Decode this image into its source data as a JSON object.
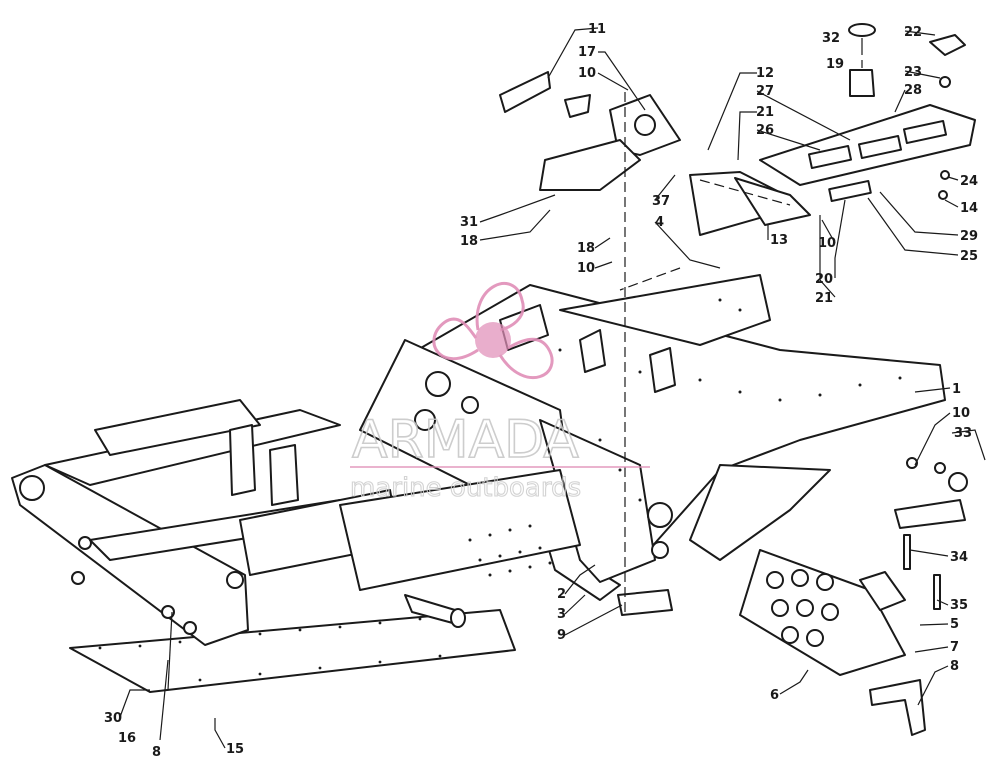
{
  "diagram": {
    "callouts": {
      "c1": "1",
      "c2": "2",
      "c3": "3",
      "c4": "4",
      "c5": "5",
      "c6": "6",
      "c7": "7",
      "c8a": "8",
      "c8b": "8",
      "c9": "9",
      "c10a": "10",
      "c10b": "10",
      "c10c": "10",
      "c10d": "10",
      "c11": "11",
      "c12": "12",
      "c13": "13",
      "c14": "14",
      "c15": "15",
      "c16": "16",
      "c17": "17",
      "c18a": "18",
      "c18b": "18",
      "c19": "19",
      "c20": "20",
      "c21a": "21",
      "c21b": "21",
      "c22": "22",
      "c23": "23",
      "c24": "24",
      "c25": "25",
      "c26": "26",
      "c27": "27",
      "c28": "28",
      "c29": "29",
      "c30": "30",
      "c31": "31",
      "c32": "32",
      "c33": "33",
      "c34": "34",
      "c35": "35",
      "c37": "37"
    },
    "watermark": {
      "brand": "ARMADA",
      "tagline": "marine outboards",
      "logo_color": "#e08fb8",
      "text_color": "#c8c8c8"
    }
  }
}
